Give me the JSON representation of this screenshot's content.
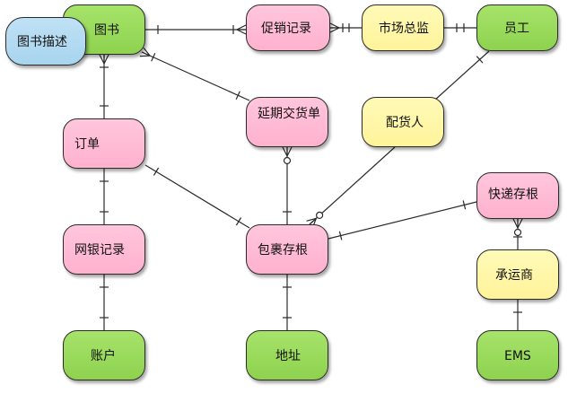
{
  "nodes": {
    "book": "图书",
    "book_description": "图书描述",
    "promotion_record": "促销记录",
    "market_supervisor": "市场总监",
    "staff": "员工",
    "deferred_delivery": "延期交货单",
    "distributor": "配货人",
    "order": "订单",
    "express_stub": "快递存根",
    "online_banking_record": "网银记录",
    "package_stub": "包裹存根",
    "carrier": "承运商",
    "account": "账户",
    "address": "地址",
    "ems": "EMS"
  },
  "colors": {
    "entity_green": "#9bdb5a",
    "entity_pink": "#ffbad3",
    "entity_yellow": "#fff6a8",
    "entity_blue": "#b3daf1",
    "line": "#2a2a2a"
  },
  "relationships": [
    {
      "from": "book",
      "to": "promotion_record",
      "from_end": "one",
      "to_end": "many"
    },
    {
      "from": "promotion_record",
      "to": "market_supervisor",
      "from_end": "many",
      "to_end": "one"
    },
    {
      "from": "market_supervisor",
      "to": "staff",
      "from_end": "one",
      "to_end": "one"
    },
    {
      "from": "book",
      "to": "deferred_delivery",
      "from_end": "many",
      "to_end": "one"
    },
    {
      "from": "book",
      "to": "order",
      "from_end": "many",
      "to_end": "one"
    },
    {
      "from": "order",
      "to": "online_banking_record",
      "from_end": "one",
      "to_end": "one"
    },
    {
      "from": "online_banking_record",
      "to": "account",
      "from_end": "one",
      "to_end": "one"
    },
    {
      "from": "order",
      "to": "package_stub",
      "from_end": "one",
      "to_end": "one"
    },
    {
      "from": "deferred_delivery",
      "to": "package_stub",
      "from_end": "zero-or-many",
      "to_end": "one"
    },
    {
      "from": "staff",
      "to": "distributor",
      "from_end": "one",
      "to_end": "none"
    },
    {
      "from": "distributor",
      "to": "package_stub",
      "from_end": "none",
      "to_end": "zero-or-many"
    },
    {
      "from": "package_stub",
      "to": "express_stub",
      "from_end": "one",
      "to_end": "one"
    },
    {
      "from": "package_stub",
      "to": "address",
      "from_end": "one",
      "to_end": "one"
    },
    {
      "from": "express_stub",
      "to": "carrier",
      "from_end": "zero-or-many",
      "to_end": "one"
    },
    {
      "from": "carrier",
      "to": "ems",
      "from_end": "one",
      "to_end": "none"
    }
  ]
}
